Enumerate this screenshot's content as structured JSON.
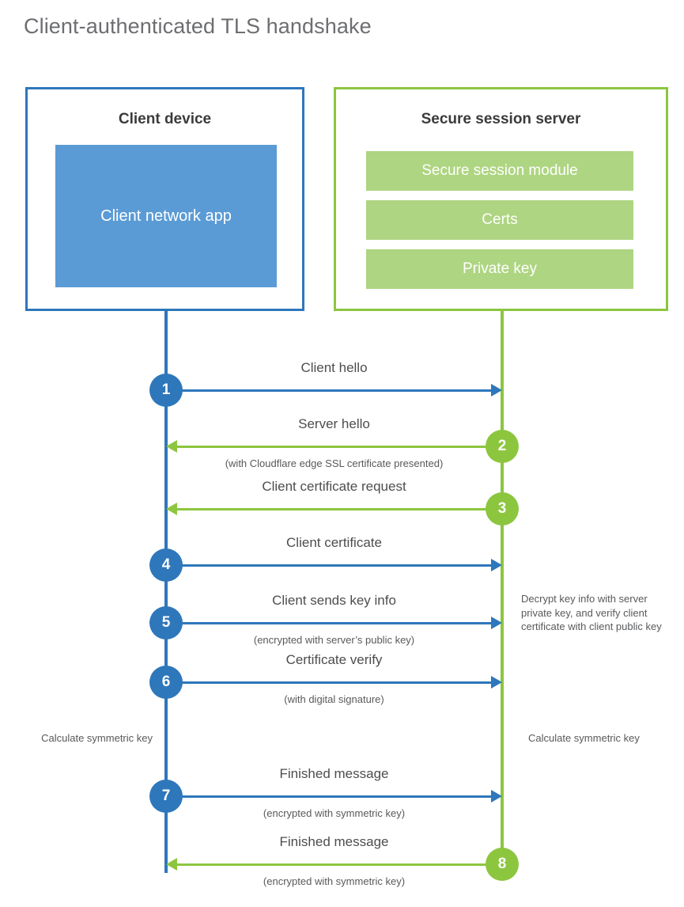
{
  "title": "Client-authenticated TLS handshake",
  "colors": {
    "client_blue": "#2E77BB",
    "client_app_fill": "#5B9BD5",
    "server_green": "#8CC63F",
    "server_bar_fill": "#AED581",
    "text_gray": "#4d4d4f",
    "title_gray": "#6d6e71"
  },
  "client": {
    "title": "Client device",
    "app_label": "Client network app"
  },
  "server": {
    "title": "Secure session server",
    "bars": [
      {
        "label": "Secure session module"
      },
      {
        "label": "Certs"
      },
      {
        "label": "Private key"
      }
    ]
  },
  "steps": [
    {
      "number": "1",
      "label": "Client hello",
      "sublabel": "",
      "direction": "right",
      "color": "blue"
    },
    {
      "number": "2",
      "label": "Server hello",
      "sublabel": "(with Cloudflare edge SSL certificate presented)",
      "direction": "left",
      "color": "green"
    },
    {
      "number": "3",
      "label": "Client certificate request",
      "sublabel": "",
      "direction": "left",
      "color": "green"
    },
    {
      "number": "4",
      "label": "Client certificate",
      "sublabel": "",
      "direction": "right",
      "color": "blue"
    },
    {
      "number": "5",
      "label": "Client sends key info",
      "sublabel": "(encrypted with server’s public key)",
      "direction": "right",
      "color": "blue"
    },
    {
      "number": "6",
      "label": "Certificate verify",
      "sublabel": "(with digital signature)",
      "direction": "right",
      "color": "blue"
    },
    {
      "number": "7",
      "label": "Finished message",
      "sublabel": "(encrypted with symmetric key)",
      "direction": "right",
      "color": "blue"
    },
    {
      "number": "8",
      "label": "Finished message",
      "sublabel": "(encrypted with symmetric key)",
      "direction": "left",
      "color": "green"
    }
  ],
  "notes": {
    "decrypt": "Decrypt key info with server private key, and verify client certificate with client public key",
    "calculate_client": "Calculate symmetric key",
    "calculate_server": "Calculate symmetric key"
  }
}
